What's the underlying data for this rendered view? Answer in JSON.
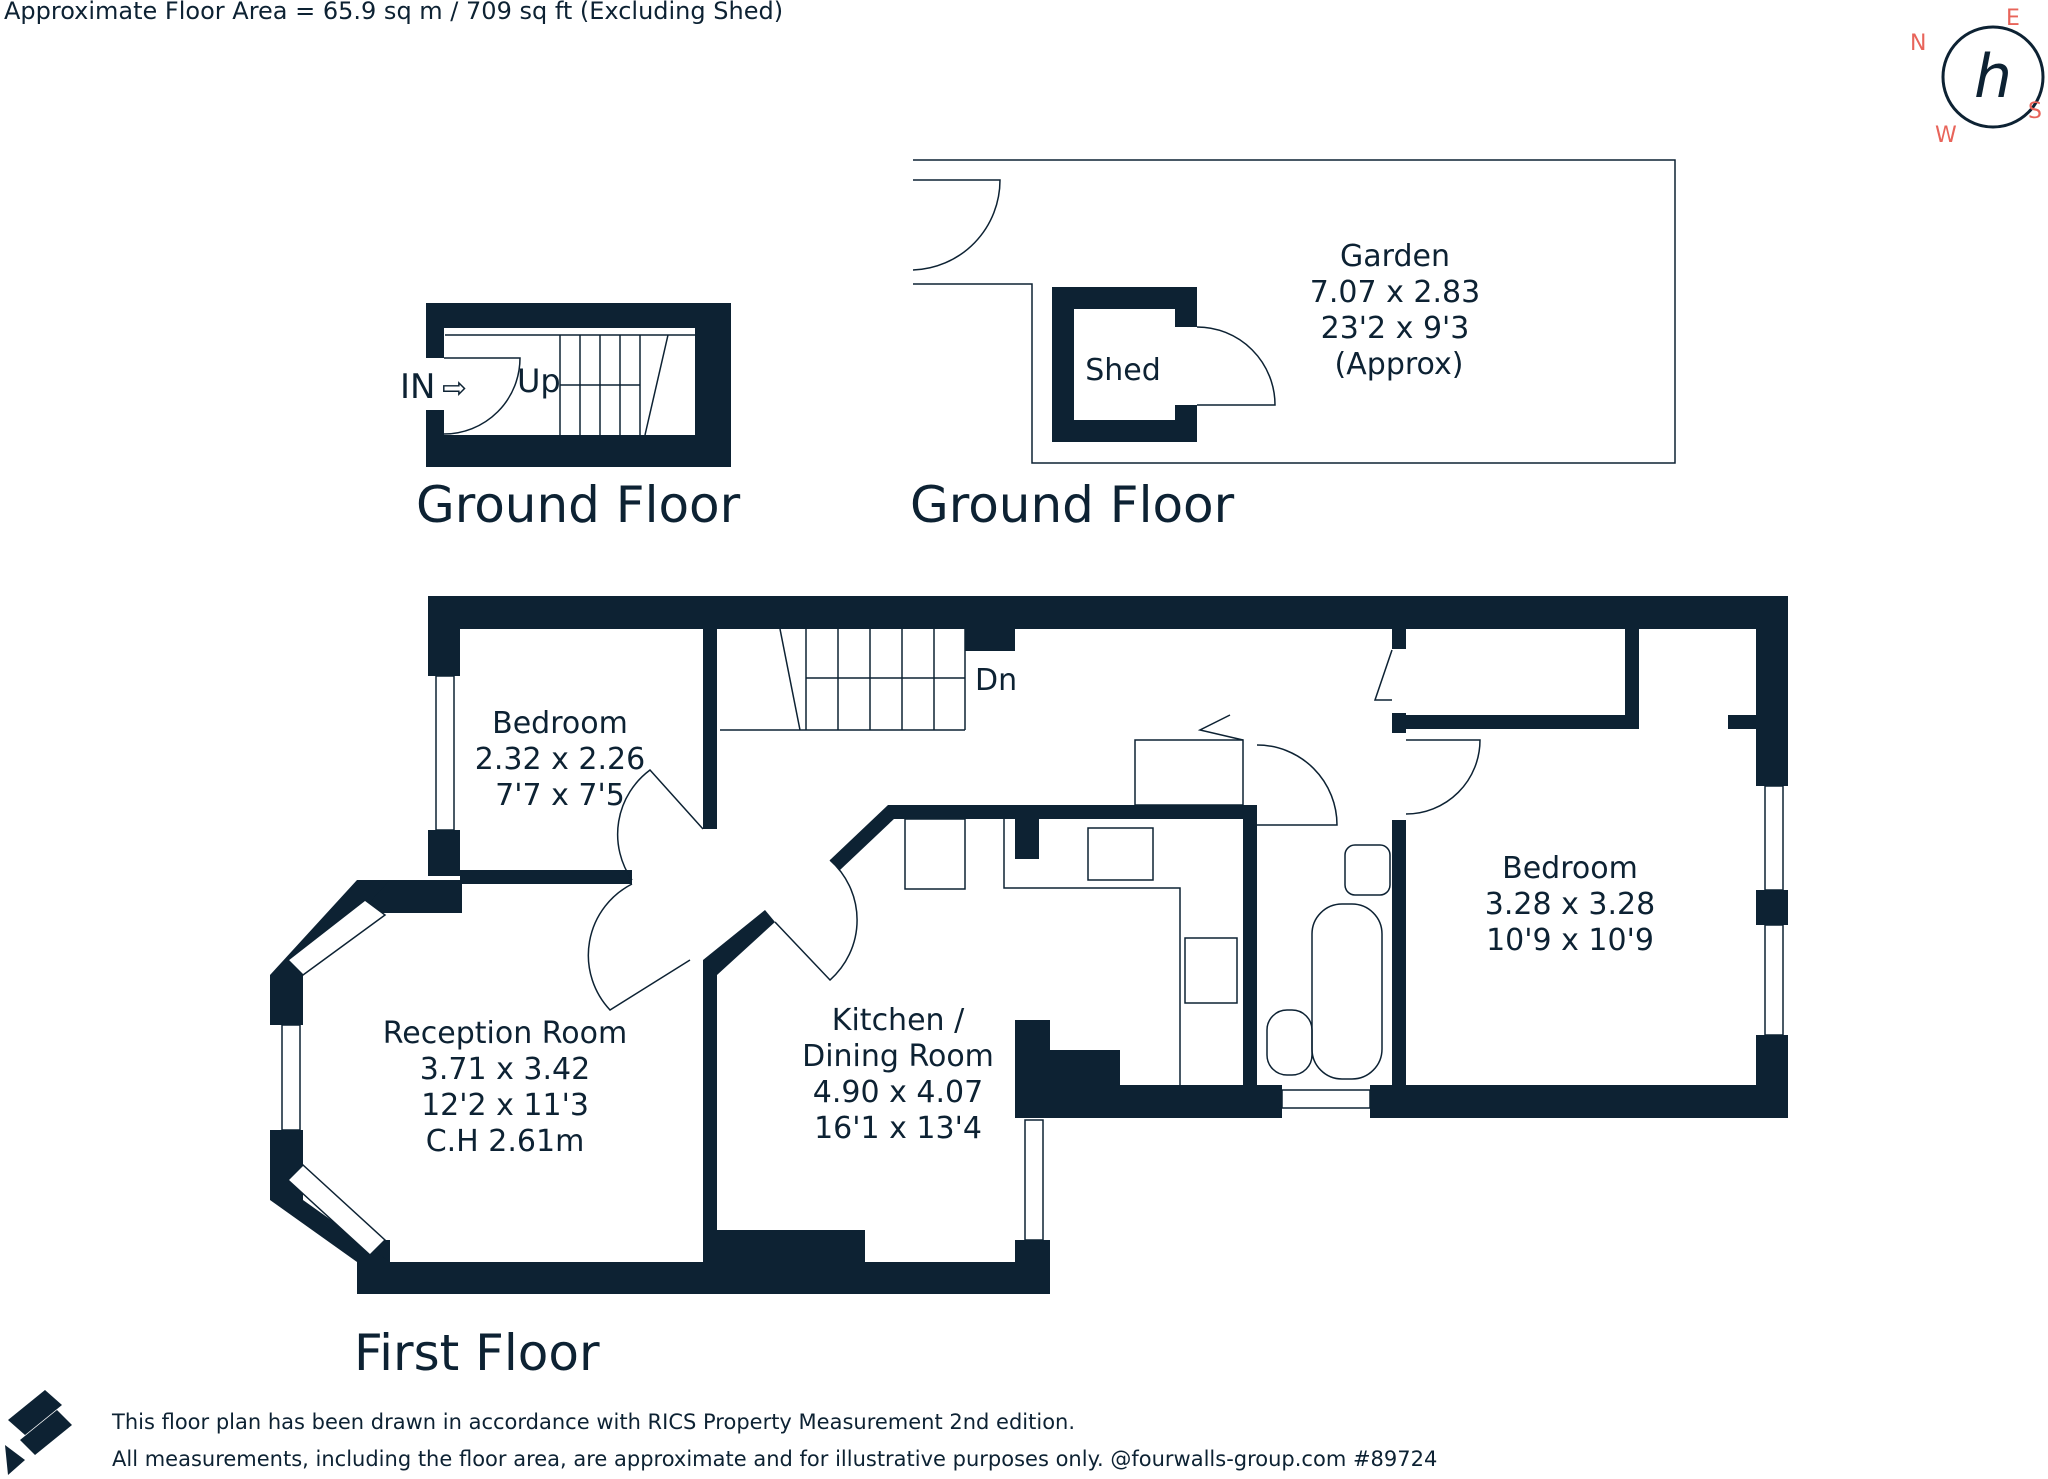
{
  "header": {
    "area_text": "Approximate Floor Area = 65.9 sq m / 709 sq ft  (Excluding Shed)"
  },
  "compass": {
    "n": "N",
    "e": "E",
    "s": "S",
    "w": "W",
    "logo_letter": "h",
    "accent_color": "#e8645a"
  },
  "ground_floor_entry": {
    "title": "Ground Floor",
    "in_label": "IN",
    "up_label": "Up"
  },
  "ground_floor_garden": {
    "title": "Ground Floor",
    "garden": {
      "name": "Garden",
      "metric": "7.07 x 2.83",
      "imperial": "23'2 x 9'3",
      "note": "(Approx)"
    },
    "shed": {
      "name": "Shed"
    }
  },
  "first_floor": {
    "title": "First Floor",
    "stairs_label": "Dn",
    "rooms": [
      {
        "name": "Bedroom",
        "metric": "2.32 x 2.26",
        "imperial": "7'7 x 7'5"
      },
      {
        "name": "Reception Room",
        "metric": "3.71 x 3.42",
        "imperial": "12'2 x 11'3",
        "extra": "C.H 2.61m"
      },
      {
        "name1": "Kitchen /",
        "name2": "Dining Room",
        "metric": "4.90 x 4.07",
        "imperial": "16'1 x 13'4"
      },
      {
        "name": "Bedroom",
        "metric": "3.28 x 3.28",
        "imperial": "10'9 x 10'9"
      }
    ]
  },
  "footer": {
    "line1": "This floor plan has been drawn in accordance with RICS Property Measurement 2nd edition.",
    "line2": "All measurements, including the floor area, are approximate and for illustrative purposes only. @fourwalls-group.com #89724"
  },
  "colors": {
    "wall": "#0d2233",
    "background": "#ffffff"
  }
}
